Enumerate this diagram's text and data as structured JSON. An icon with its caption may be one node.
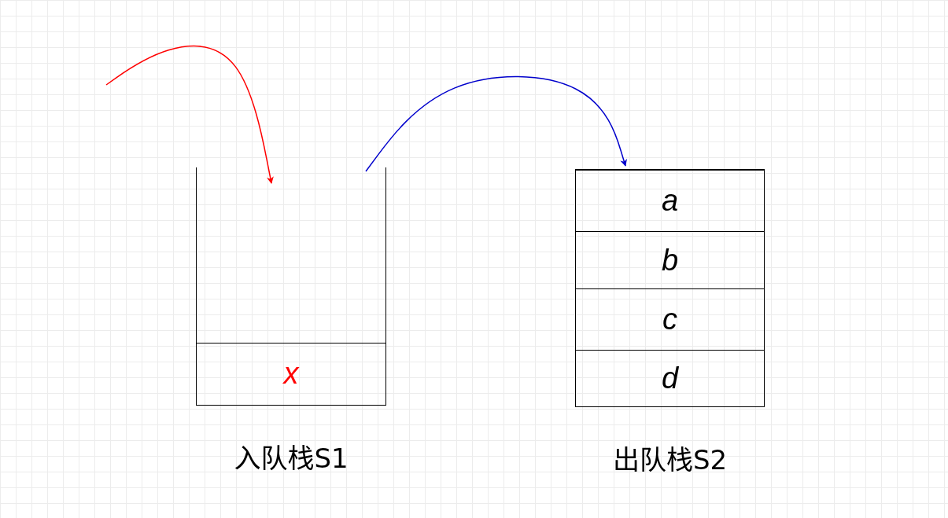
{
  "diagram": {
    "nodes": [
      {
        "text": [],
        "shape": "box",
        "beside": [
          "入队栈S1"
        ]
      },
      {
        "text": [
          "x"
        ],
        "in": 0
      },
      {
        "text": [],
        "shape": "box",
        "beside": [
          "出队栈S2"
        ]
      },
      {
        "text": [
          "a"
        ],
        "in": 2
      },
      {
        "text": [
          "b"
        ],
        "in": 2
      },
      {
        "text": [
          "c"
        ],
        "in": 2
      },
      {
        "text": [
          "d"
        ],
        "in": 2
      }
    ],
    "edges": [
      {
        "from": null,
        "to": 0,
        "arrow": "to",
        "color": "#ff0000"
      },
      {
        "from": 0,
        "to": 2,
        "arrow": "to",
        "color": "#0000cc"
      }
    ]
  }
}
